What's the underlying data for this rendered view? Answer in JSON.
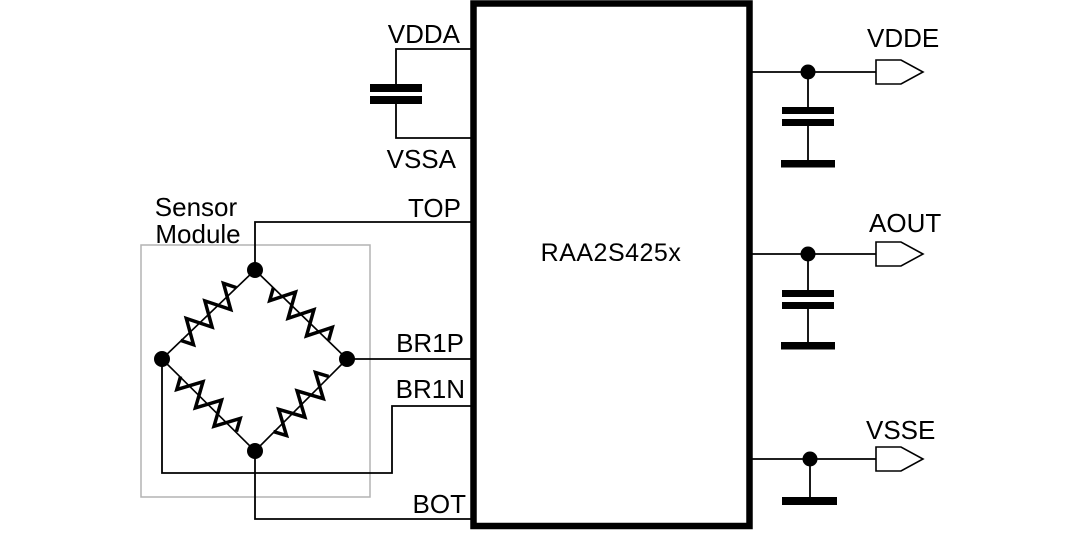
{
  "diagram": {
    "ic": {
      "label": "RAA2S425x"
    },
    "sensor_module": {
      "line1": "Sensor",
      "line2": "Module"
    },
    "pins": {
      "vdda": "VDDA",
      "vssa": "VSSA",
      "top": "TOP",
      "br1p": "BR1P",
      "br1n": "BR1N",
      "bot": "BOT",
      "vdde": "VDDE",
      "aout": "AOUT",
      "vsse": "VSSE"
    },
    "colors": {
      "wire": "#000000",
      "text": "#000000",
      "module_outline": "#b3b3b3",
      "background": "#ffffff"
    }
  }
}
